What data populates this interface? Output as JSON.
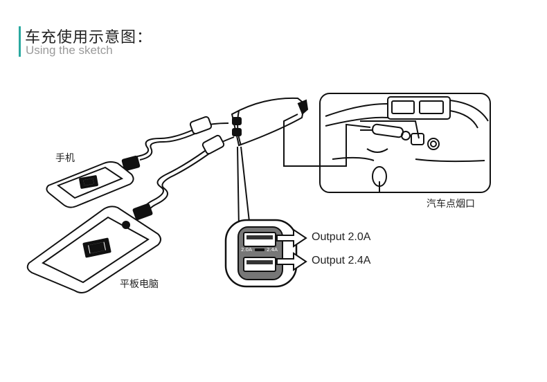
{
  "header": {
    "title": "车充使用示意图：",
    "subtitle": "Using the sketch"
  },
  "labels": {
    "phone": "手机",
    "tablet": "平板电脑",
    "cigarette_lighter": "汽车点烟口",
    "port_left": "2.0A",
    "port_right": "2.4A"
  },
  "outputs": [
    "Output  2.0A",
    "Output  2.4A"
  ],
  "colors": {
    "accent": "#2aa9a0"
  }
}
